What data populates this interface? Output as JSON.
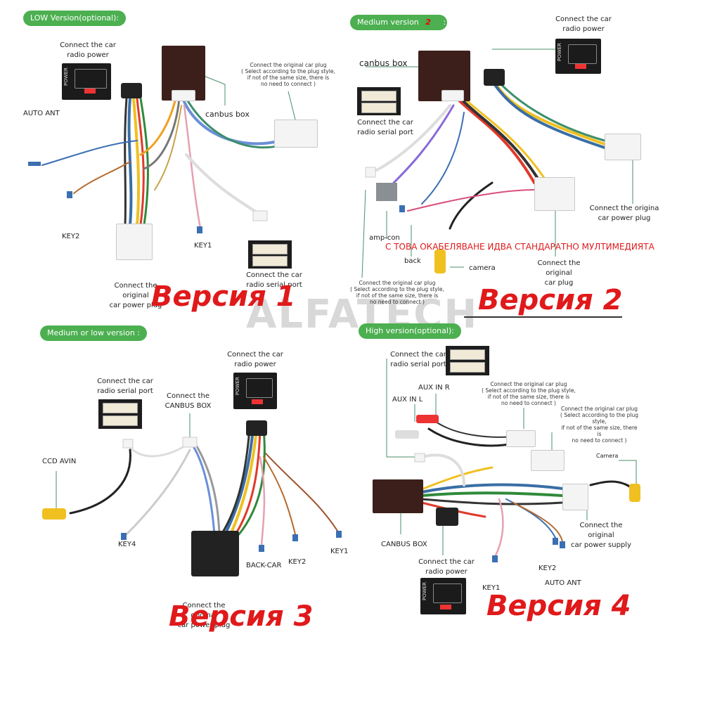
{
  "watermark": "ALFATECH",
  "panel1": {
    "header": "LOW Version(optional):",
    "version_label": "Версия 1",
    "radio_power": "Connect the car\nradio power",
    "power_text": "POWER",
    "auto_ant": "AUTO ANT",
    "canbus_box": "canbus box",
    "plug_note": "Connect the original car plug\n( Select according to the plug style,\nif not of the same size, there is\nno need to connect )",
    "key2": "KEY2",
    "key1": "KEY1",
    "power_plug": "Connect the original\ncar power plug",
    "serial_port": "Connect the car\nradio serial port"
  },
  "panel2": {
    "header": "Medium version",
    "header_num": "2",
    "header_tail": ":",
    "version_label": "Версия 2",
    "canbus_box": "canbus box",
    "radio_power": "Connect the car\nradio power",
    "power_text": "POWER",
    "serial_port": "Connect the car\nradio serial port",
    "power_plug": "Connect the origina\ncar power plug",
    "amp_con": "amp-con",
    "back": "back",
    "camera": "camera",
    "car_plug": "Connect the original\ncar plug",
    "plug_note": "Connect the original car plug\n( Select according to the plug style,\nif not of the same size, there is\nno need to connect )",
    "red_note": "С ТОВА ОКАБЕЛЯВАНЕ ИДВА СТАНДАРАТНО МУЛТИМЕДИЯТА"
  },
  "panel3": {
    "header": "Medium or low version :",
    "version_label": "Версия 3",
    "radio_power": "Connect the car\nradio power",
    "power_text": "POWER",
    "serial_port": "Connect the car\nradio serial port",
    "canbus": "Connect the\nCANBUS BOX",
    "ccd_avin": "CCD AVIN",
    "key4": "KEY4",
    "back_car": "BACK-CAR",
    "key2": "KEY2",
    "key1": "KEY1",
    "orig_partial": "Connect the original\ncar power plug"
  },
  "panel4": {
    "header": "High version(optional):",
    "version_label": "Версия 4",
    "serial_port": "Connect the car\nradio serial port",
    "aux_r": "AUX IN R",
    "aux_l": "AUX IN L",
    "plug_note_a": "Connect the original car plug\n( Select according to the plug style,\nif not of the same size, there is\nno need to connect )",
    "plug_note_b": "Connect the original car plug\n( Select according to the plug style,\nif not of the same size, there is\nno need to connect )",
    "camera": "Camera",
    "canbus_box": "CANBUS BOX",
    "power_supply": "Connect the original\ncar power supply",
    "radio_power": "Connect the car\nradio power",
    "power_text": "POWER",
    "key2": "KEY2",
    "key1": "KEY1",
    "auto_ant": "AUTO ANT"
  },
  "colors": {
    "header_green": "#4caf50",
    "version_red": "#e0191b",
    "canbus_brown": "#3c1f1a"
  }
}
